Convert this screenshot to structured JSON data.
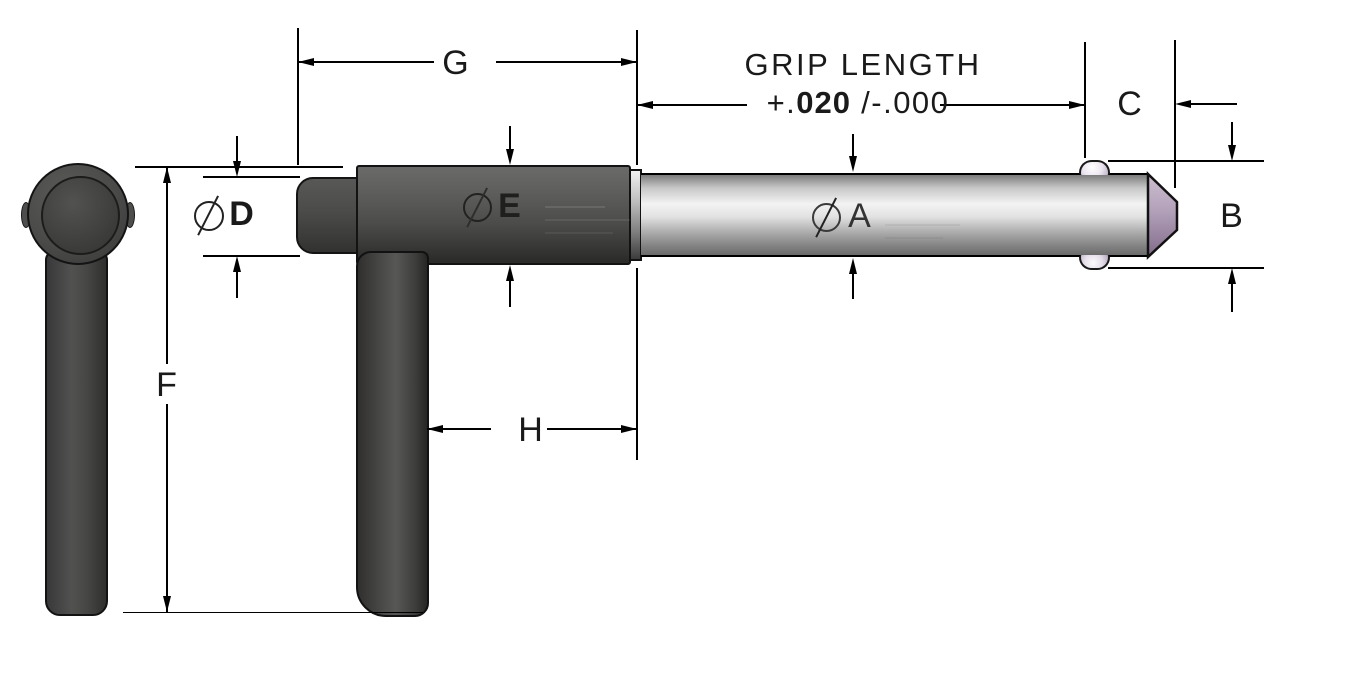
{
  "drawing": {
    "kind": "dimensioned technical drawing",
    "grip": {
      "title": "GRIP LENGTH",
      "tol_prefix": "+.",
      "tol_bold": "020",
      "tol_suffix": " /-.000"
    },
    "labels": {
      "g": "G",
      "c": "C",
      "b": "B",
      "f": "F",
      "h": "H",
      "d": {
        "symbol": "⌀",
        "letter": "D"
      },
      "e": {
        "symbol": "⌀",
        "letter": "E"
      },
      "a": {
        "symbol": "⌀",
        "letter": "A"
      }
    },
    "colors": {
      "line_black": "#1a1a1a",
      "handle_dark_gray": "#4a4a48",
      "shaft_silver": "#e8e8e8",
      "tip_lavender": "#ab96b1",
      "ball_highlight": "#f4f1f6"
    }
  }
}
